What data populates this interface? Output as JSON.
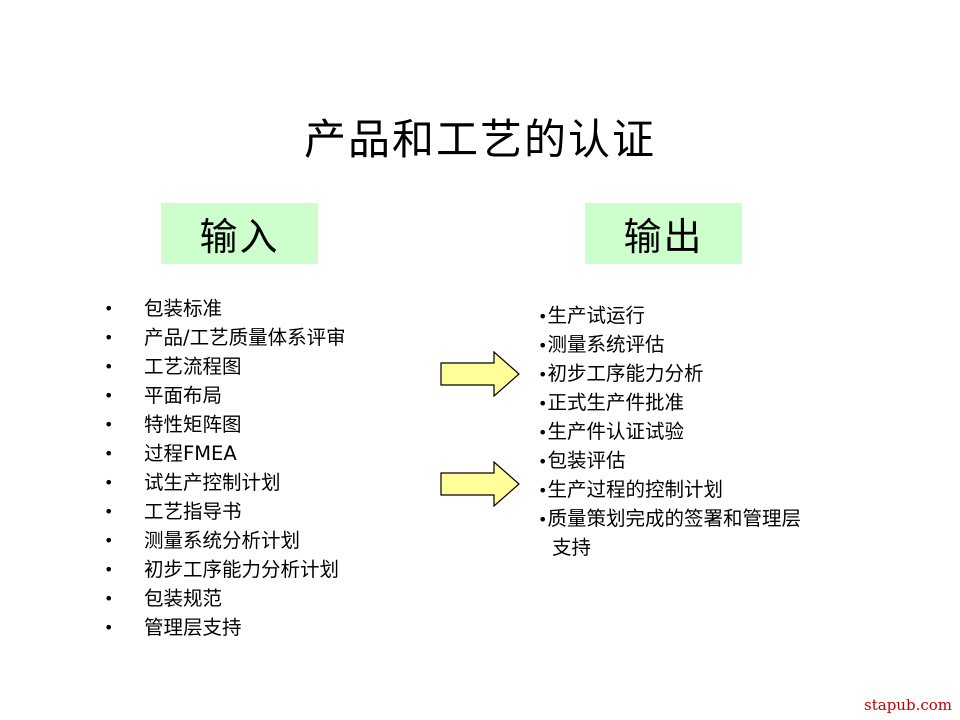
{
  "slide": {
    "title": "产品和工艺的认证",
    "input_header": "输入",
    "output_header": "输出",
    "bullet_char": "•",
    "inputs": [
      "包装标准",
      "产品/工艺质量体系评审",
      "工艺流程图",
      "平面布局",
      "特性矩阵图",
      "过程FMEA",
      "试生产控制计划",
      "工艺指导书",
      "测量系统分析计划",
      "初步工序能力分析计划",
      "包装规范",
      "管理层支持"
    ],
    "outputs": [
      "生产试运行",
      "测量系统评估",
      "初步工序能力分析",
      "正式生产件批准",
      "生产件认证试验",
      "包装评估",
      "生产过程的控制计划",
      "质量策划完成的签署和管理层"
    ],
    "outputs_continuation": "支持",
    "watermark": "stapub.com",
    "colors": {
      "header_fill": "#ccffcc",
      "arrow_fill": "#ffff99",
      "arrow_stroke": "#000000",
      "watermark": "#c00000"
    }
  }
}
